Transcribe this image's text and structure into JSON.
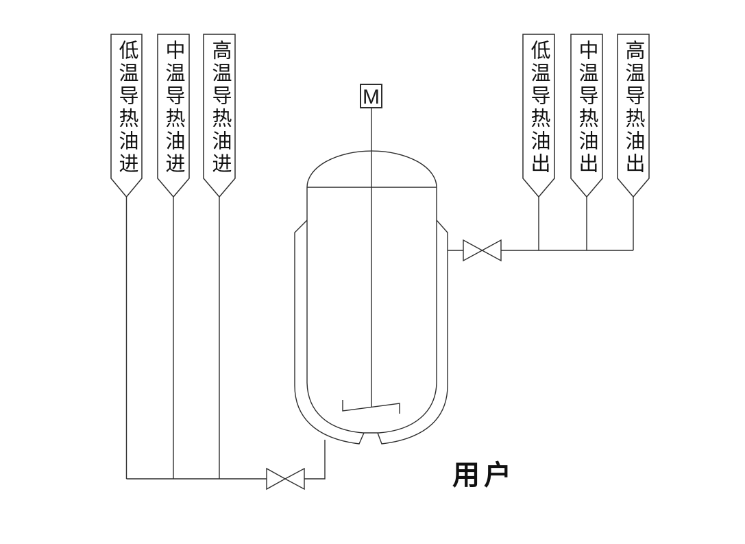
{
  "pennants": {
    "inlets": [
      {
        "text": "低温导热油进"
      },
      {
        "text": "中温导热油进"
      },
      {
        "text": "高温导热油进"
      }
    ],
    "outlets": [
      {
        "text": "低温导热油出"
      },
      {
        "text": "中温导热油出"
      },
      {
        "text": "高温导热油出"
      }
    ]
  },
  "equipment": {
    "motor_label": "M",
    "consumer_label": "用户"
  },
  "colors": {
    "line": "#2d2d2d",
    "background": "#ffffff",
    "text": "#111111"
  }
}
